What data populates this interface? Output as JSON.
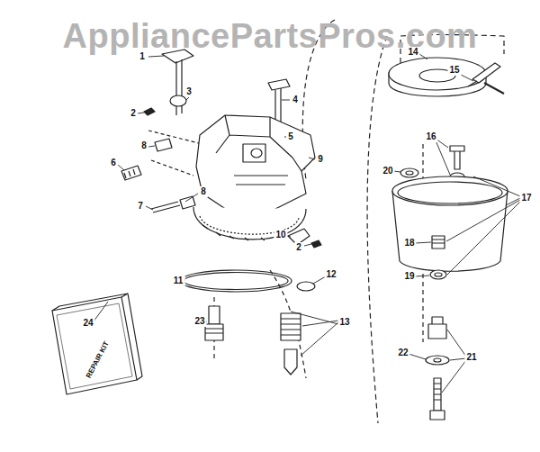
{
  "diagram": {
    "nodes": [
      {
        "text": [
          "REPAIR KIT"
        ]
      }
    ],
    "labels": [
      "AppliancePartsPros.com",
      "1",
      "14",
      "15",
      "3",
      "2",
      "4",
      "5",
      "8",
      "16",
      "9",
      "20",
      "6",
      "17",
      "8",
      "7",
      "10",
      "2",
      "18",
      "19",
      "11",
      "12",
      "13",
      "23",
      "24",
      "22",
      "21"
    ]
  }
}
